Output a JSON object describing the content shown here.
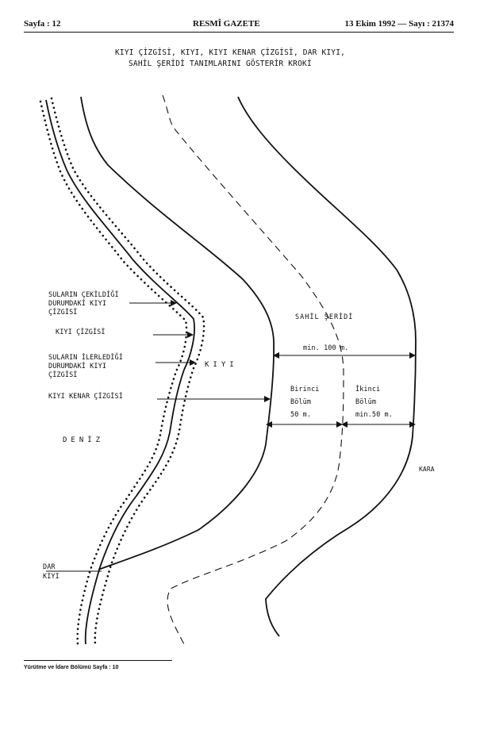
{
  "header": {
    "page": "Sayfa : 12",
    "publication": "RESMÎ GAZETE",
    "issue": "13 Ekim 1992 — Sayı : 21374"
  },
  "title": {
    "line1": "KIYI ÇİZGİSİ, KIYI, KIYI KENAR ÇİZGİSİ, DAR KIYI,",
    "line2": "SAHİL ŞERİDİ TANIMLARINI GÖSTERİR KROKİ"
  },
  "labels": {
    "receded_1": "SULARIN ÇEKİLDİĞİ",
    "receded_2": "DURUMDAKİ KIYI",
    "receded_3": "ÇİZGİSİ",
    "shoreline": "KIYI ÇİZGİSİ",
    "advanced_1": "SULARIN İLERLEDİĞİ",
    "advanced_2": "DURUMDAKİ KIYI",
    "advanced_3": "ÇİZGİSİ",
    "edge_line": "KIYI KENAR ÇİZGİSİ",
    "kiyi": "KIYI",
    "deniz": "DENİZ",
    "dar_1": "DAR",
    "dar_2": "KIYI",
    "sahil": "SAHİL ŞERİDİ",
    "min100": "min. 100 m.",
    "first_1": "Birinci",
    "first_2": "Bölüm",
    "first_3": "50 m.",
    "second_1": "İkinci",
    "second_2": "Bölüm",
    "second_3": "min.50 m.",
    "kara": "KARA"
  },
  "footer": {
    "text": "Yürütme ve İdare Bölümü Sayfa : 10"
  }
}
